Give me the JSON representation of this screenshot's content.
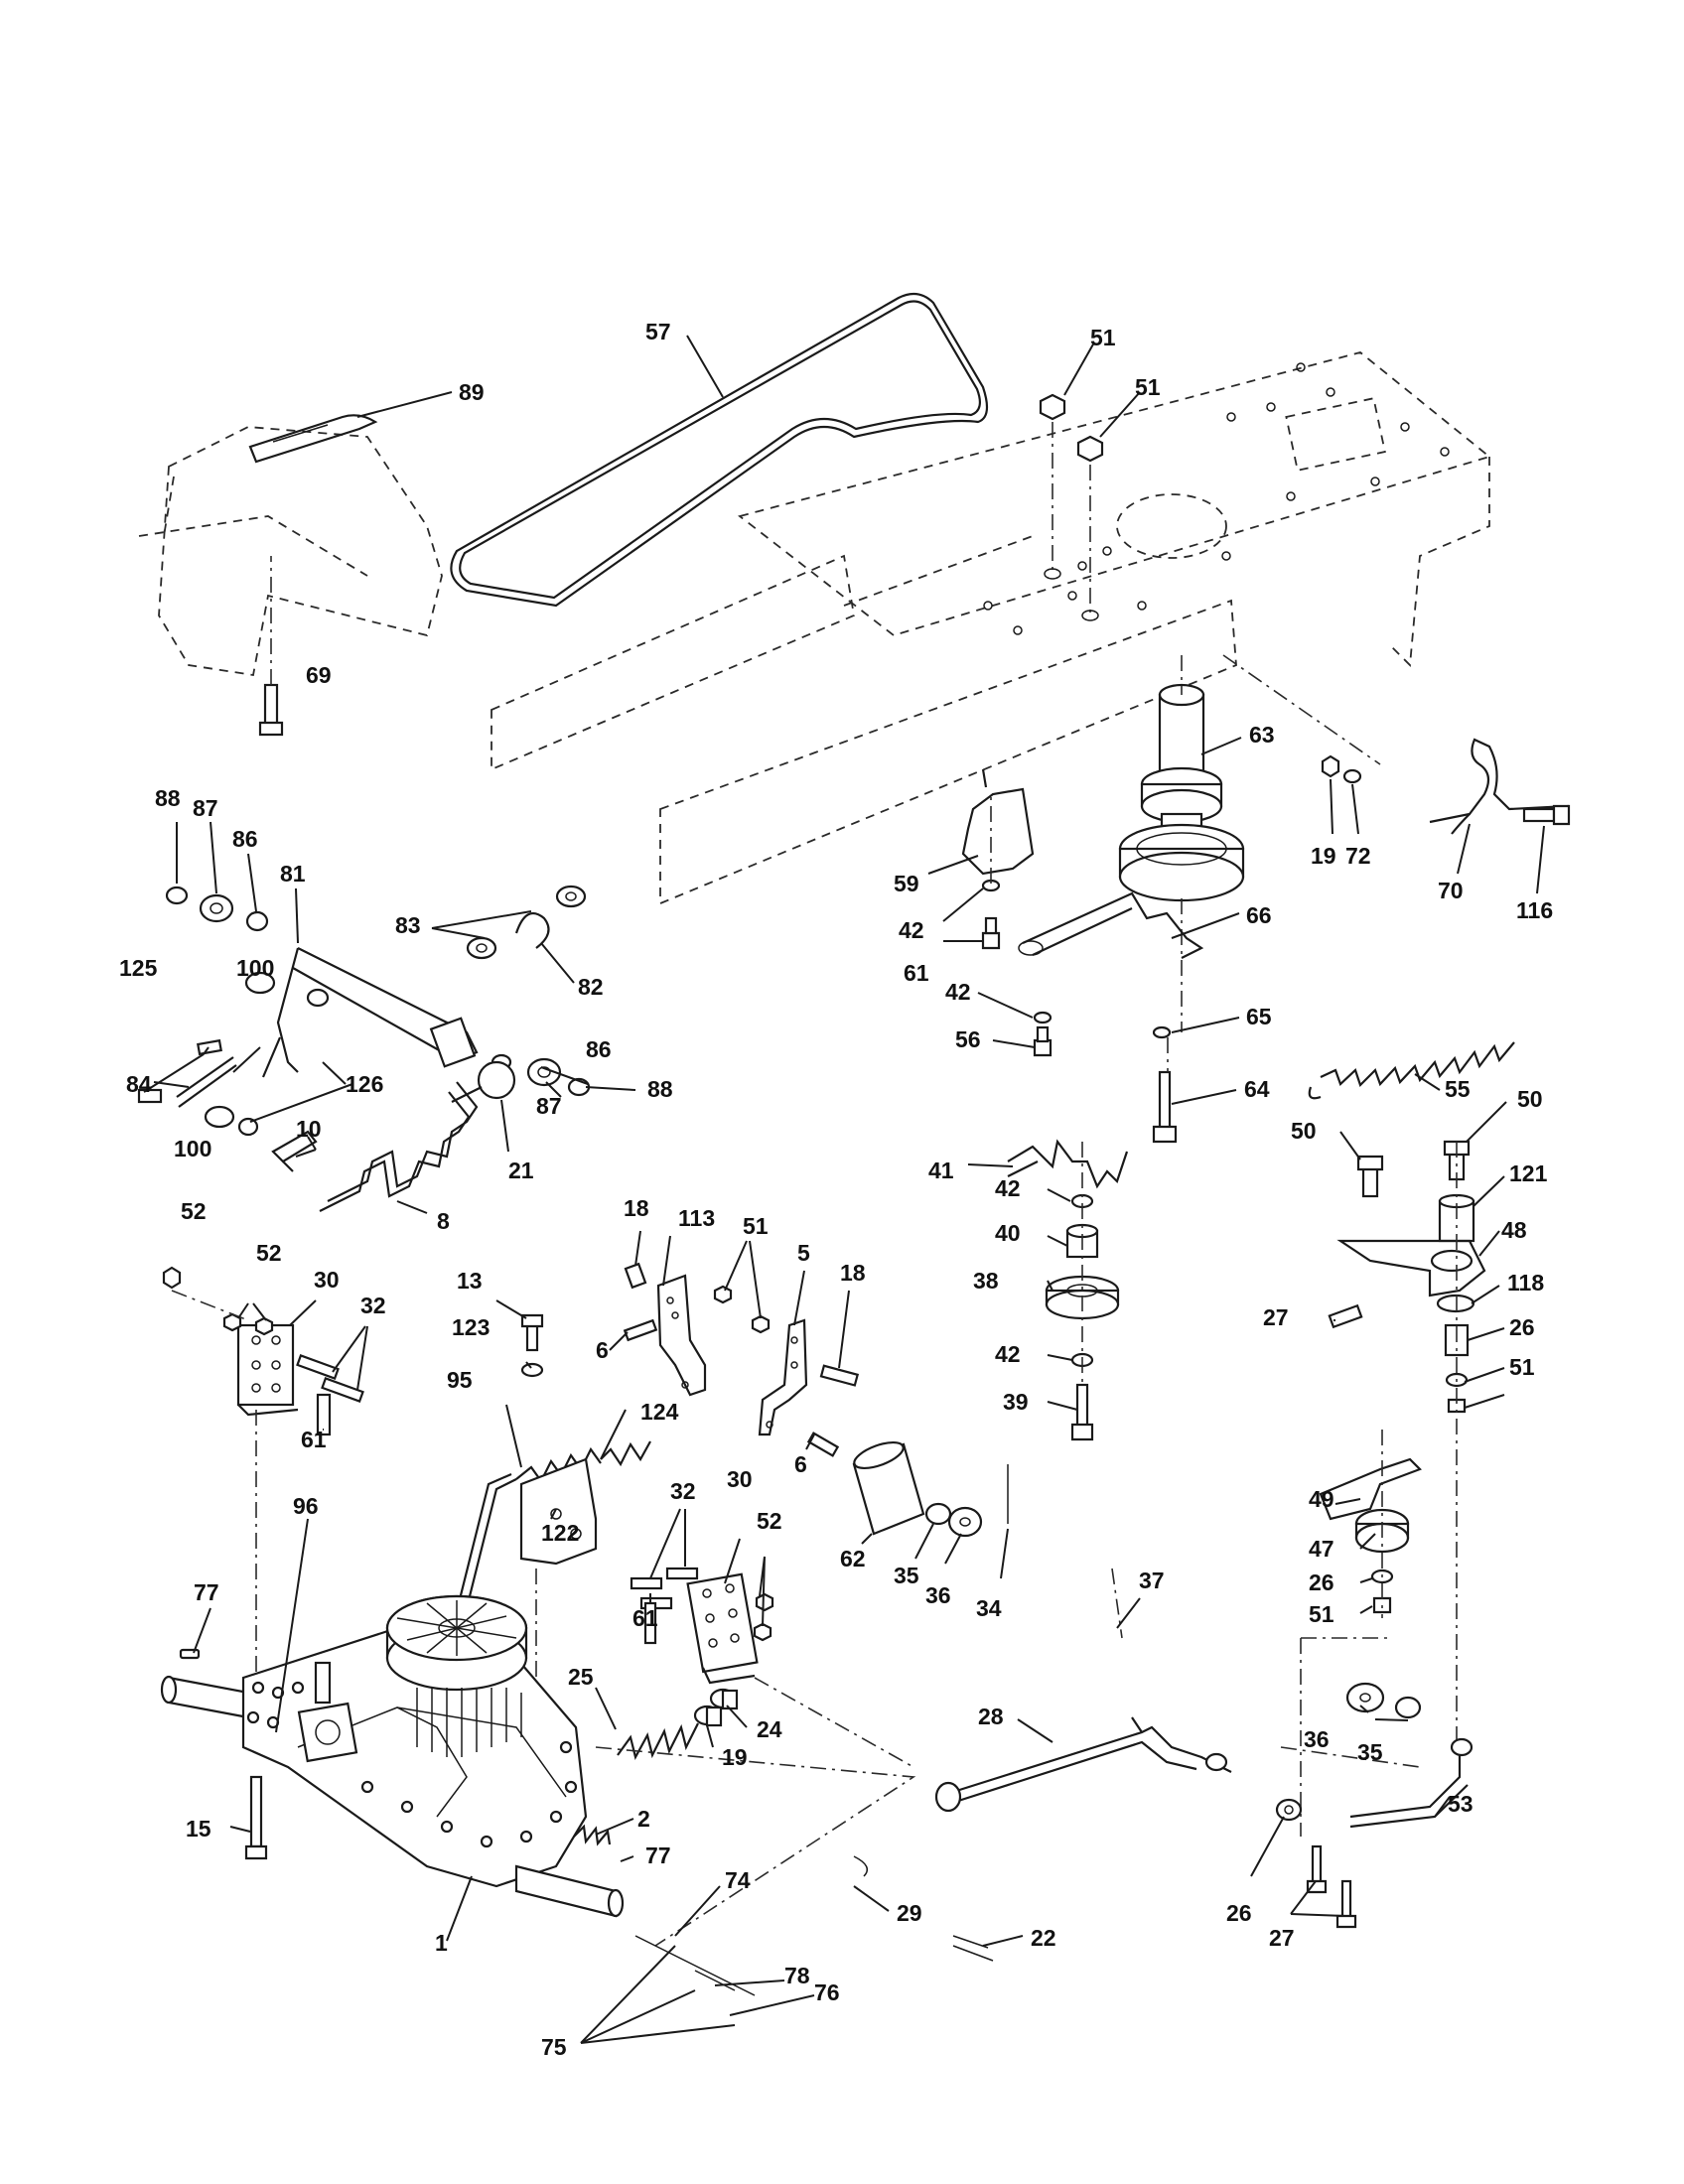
{
  "callouts": [
    {
      "id": "c57",
      "text": "57"
    },
    {
      "id": "c89",
      "text": "89"
    },
    {
      "id": "c51a",
      "text": "51"
    },
    {
      "id": "c51b",
      "text": "51"
    },
    {
      "id": "c69",
      "text": "69"
    },
    {
      "id": "c63",
      "text": "63"
    },
    {
      "id": "c19a",
      "text": "19"
    },
    {
      "id": "c72",
      "text": "72"
    },
    {
      "id": "c70",
      "text": "70"
    },
    {
      "id": "c116",
      "text": "116"
    },
    {
      "id": "c88a",
      "text": "88"
    },
    {
      "id": "c87a",
      "text": "87"
    },
    {
      "id": "c86a",
      "text": "86"
    },
    {
      "id": "c81",
      "text": "81"
    },
    {
      "id": "c83",
      "text": "83"
    },
    {
      "id": "c82",
      "text": "82"
    },
    {
      "id": "c59",
      "text": "59"
    },
    {
      "id": "c42a",
      "text": "42"
    },
    {
      "id": "c61a",
      "text": "61"
    },
    {
      "id": "c42b",
      "text": "42"
    },
    {
      "id": "c56",
      "text": "56"
    },
    {
      "id": "c66",
      "text": "66"
    },
    {
      "id": "c65",
      "text": "65"
    },
    {
      "id": "c64",
      "text": "64"
    },
    {
      "id": "c55",
      "text": "55"
    },
    {
      "id": "c125",
      "text": "125"
    },
    {
      "id": "c100a",
      "text": "100"
    },
    {
      "id": "c84",
      "text": "84"
    },
    {
      "id": "c126",
      "text": "126"
    },
    {
      "id": "c100b",
      "text": "100"
    },
    {
      "id": "c86b",
      "text": "86"
    },
    {
      "id": "c88b",
      "text": "88"
    },
    {
      "id": "c87b",
      "text": "87"
    },
    {
      "id": "c10",
      "text": "10"
    },
    {
      "id": "c21",
      "text": "21"
    },
    {
      "id": "c8",
      "text": "8"
    },
    {
      "id": "c41",
      "text": "41"
    },
    {
      "id": "c42c",
      "text": "42"
    },
    {
      "id": "c40",
      "text": "40"
    },
    {
      "id": "c38",
      "text": "38"
    },
    {
      "id": "c42d",
      "text": "42"
    },
    {
      "id": "c39",
      "text": "39"
    },
    {
      "id": "c50a",
      "text": "50"
    },
    {
      "id": "c50b",
      "text": "50"
    },
    {
      "id": "c121",
      "text": "121"
    },
    {
      "id": "c48",
      "text": "48"
    },
    {
      "id": "c27a",
      "text": "27"
    },
    {
      "id": "c118",
      "text": "118"
    },
    {
      "id": "c26a",
      "text": "26"
    },
    {
      "id": "c51c",
      "text": "51"
    },
    {
      "id": "c52a",
      "text": "52"
    },
    {
      "id": "c52b",
      "text": "52"
    },
    {
      "id": "c30a",
      "text": "30"
    },
    {
      "id": "c32a",
      "text": "32"
    },
    {
      "id": "c61b",
      "text": "61"
    },
    {
      "id": "c18a",
      "text": "18"
    },
    {
      "id": "c113",
      "text": "113"
    },
    {
      "id": "c51d",
      "text": "51"
    },
    {
      "id": "c5",
      "text": "5"
    },
    {
      "id": "c18b",
      "text": "18"
    },
    {
      "id": "c6a",
      "text": "6"
    },
    {
      "id": "c6b",
      "text": "6"
    },
    {
      "id": "c13",
      "text": "13"
    },
    {
      "id": "c123",
      "text": "123"
    },
    {
      "id": "c95",
      "text": "95"
    },
    {
      "id": "c124",
      "text": "124"
    },
    {
      "id": "c122",
      "text": "122"
    },
    {
      "id": "c96",
      "text": "96"
    },
    {
      "id": "c32b",
      "text": "32"
    },
    {
      "id": "c30b",
      "text": "30"
    },
    {
      "id": "c52c",
      "text": "52"
    },
    {
      "id": "c61c",
      "text": "61"
    },
    {
      "id": "c62",
      "text": "62"
    },
    {
      "id": "c35a",
      "text": "35"
    },
    {
      "id": "c36a",
      "text": "36"
    },
    {
      "id": "c34",
      "text": "34"
    },
    {
      "id": "c49",
      "text": "49"
    },
    {
      "id": "c47",
      "text": "47"
    },
    {
      "id": "c26b",
      "text": "26"
    },
    {
      "id": "c51e",
      "text": "51"
    },
    {
      "id": "c37",
      "text": "37"
    },
    {
      "id": "c77a",
      "text": "77"
    },
    {
      "id": "c25",
      "text": "25"
    },
    {
      "id": "c24",
      "text": "24"
    },
    {
      "id": "c19b",
      "text": "19"
    },
    {
      "id": "c28",
      "text": "28"
    },
    {
      "id": "c36b",
      "text": "36"
    },
    {
      "id": "c35b",
      "text": "35"
    },
    {
      "id": "c53",
      "text": "53"
    },
    {
      "id": "c15",
      "text": "15"
    },
    {
      "id": "c2",
      "text": "2"
    },
    {
      "id": "c77b",
      "text": "77"
    },
    {
      "id": "c74",
      "text": "74"
    },
    {
      "id": "c29",
      "text": "29"
    },
    {
      "id": "c22",
      "text": "22"
    },
    {
      "id": "c26c",
      "text": "26"
    },
    {
      "id": "c27b",
      "text": "27"
    },
    {
      "id": "c1",
      "text": "1"
    },
    {
      "id": "c78",
      "text": "78"
    },
    {
      "id": "c76",
      "text": "76"
    },
    {
      "id": "c75",
      "text": "75"
    }
  ]
}
